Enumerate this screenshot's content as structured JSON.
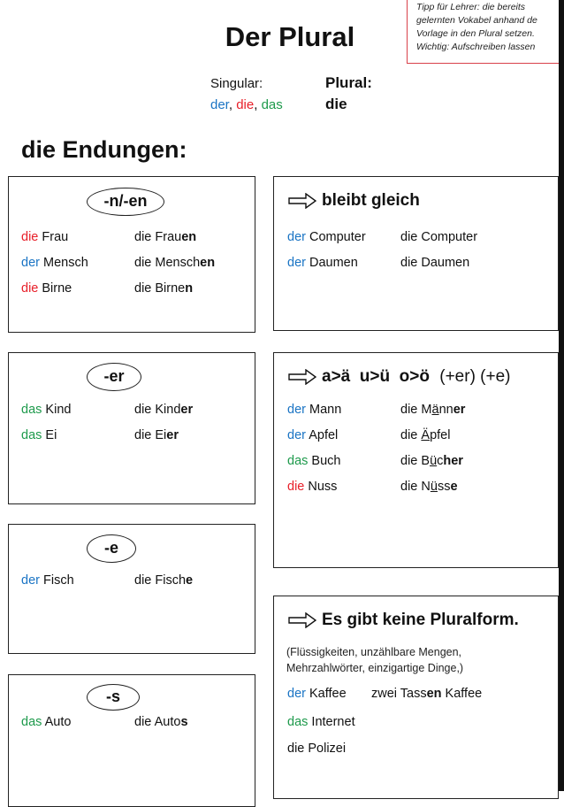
{
  "note": {
    "lines": [
      "Tipp für Lehrer: die bereits",
      "gelernten Vokabel anhand de",
      "Vorlage in den Plural setzen.",
      "Wichtig: Aufschreiben lassen"
    ]
  },
  "title": "Der Plural",
  "singular_label": "Singular:",
  "plural_label": "Plural:",
  "articles": {
    "der": "der",
    "die": "die",
    "das": "das",
    "sep": ", "
  },
  "plural_article": "die",
  "endungen_heading": "die Endungen:",
  "colors": {
    "der": "#1a74c4",
    "die": "#e8202a",
    "das": "#1e9a4c"
  },
  "boxes": {
    "n_en": {
      "label": "-n/-en",
      "rows": [
        {
          "art": "die",
          "noun": "Frau",
          "pl_art": "die",
          "pl_stem": "Frau",
          "pl_end": "en"
        },
        {
          "art": "der",
          "noun": "Mensch",
          "pl_art": "die",
          "pl_stem": "Mensch",
          "pl_end": "en"
        },
        {
          "art": "die",
          "noun": "Birne",
          "pl_art": "die",
          "pl_stem": "Birne",
          "pl_end": "n"
        }
      ]
    },
    "er": {
      "label": "-er",
      "rows": [
        {
          "art": "das",
          "noun": "Kind",
          "pl_art": "die",
          "pl_stem": "Kind",
          "pl_end": "er"
        },
        {
          "art": "das",
          "noun": "Ei",
          "pl_art": "die",
          "pl_stem": "Ei",
          "pl_end": "er"
        }
      ]
    },
    "e": {
      "label": "-e",
      "rows": [
        {
          "art": "der",
          "noun": "Fisch",
          "pl_art": "die",
          "pl_stem": "Fisch",
          "pl_end": "e"
        }
      ]
    },
    "s": {
      "label": "-s",
      "rows": [
        {
          "art": "das",
          "noun": "Auto",
          "pl_art": "die",
          "pl_stem": "Auto",
          "pl_end": "s"
        }
      ]
    },
    "gleich": {
      "heading": "bleibt gleich",
      "rows": [
        {
          "art": "der",
          "noun": "Computer",
          "plural": "die Computer"
        },
        {
          "art": "der",
          "noun": "Daumen",
          "plural": "die Daumen"
        }
      ]
    },
    "umlaut": {
      "heading_bold": "a>ä  u>ü  o>ö",
      "heading_rest": " (+er) (+e)",
      "rows": [
        {
          "art": "der",
          "noun": "Mann",
          "pl_art": "die",
          "pl_pre": "M",
          "pl_uml": "ä",
          "pl_mid": "nn",
          "pl_end": "er"
        },
        {
          "art": "der",
          "noun": "Apfel",
          "pl_art": "die",
          "pl_pre": "",
          "pl_uml": "Ä",
          "pl_mid": "pfel",
          "pl_end": ""
        },
        {
          "art": "das",
          "noun": "Buch",
          "pl_art": "die",
          "pl_pre": "B",
          "pl_uml": "ü",
          "pl_mid": "c",
          "pl_end": "her"
        },
        {
          "art": "die",
          "noun": "Nuss",
          "pl_art": "die",
          "pl_pre": "N",
          "pl_uml": "ü",
          "pl_mid": "ss",
          "pl_end": "e"
        }
      ]
    },
    "keine": {
      "heading": "Es gibt keine Pluralform.",
      "paren_lines": [
        "(Flüssigkeiten, unzählbare Mengen,",
        "Mehrzahlwörter, einzigartige Dinge,)"
      ],
      "row1": {
        "art": "der",
        "noun": "Kaffee",
        "plural_pre": "zwei Tass",
        "plural_end": "en",
        "plural_post": " Kaffee"
      },
      "row2": {
        "art": "das",
        "noun": "Internet"
      },
      "row3": {
        "text": "die Polizei"
      }
    }
  }
}
